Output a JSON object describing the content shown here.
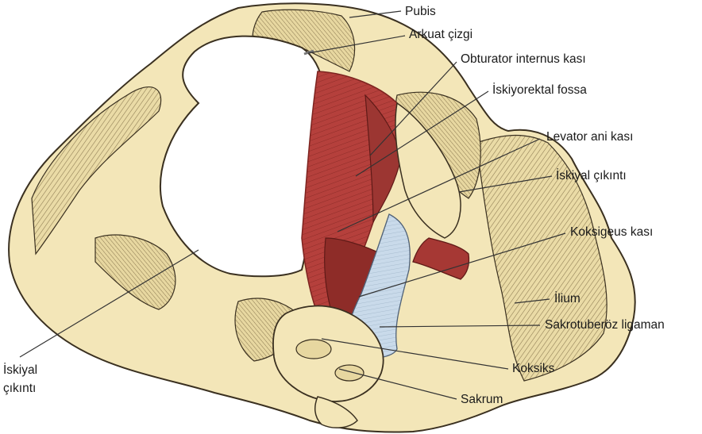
{
  "labels": {
    "pubis": "Pubis",
    "arkuat_cizgi": "Arkuat çizgi",
    "obturator_internus": "Obturator internus kası",
    "iskiyorektal_fossa": "İskiyorektal fossa",
    "levator_ani": "Levator ani kası",
    "iskiyal_cikinti_right": "İskiyal çıkıntı",
    "koksigeus": "Koksigeus kası",
    "ilium": "İlium",
    "sakrotuberoz": "Sakrotuberöz ligaman",
    "koksiks": "Koksiks",
    "sakrum": "Sakrum",
    "iskiyal_cikinti_left_line1": "İskiyal",
    "iskiyal_cikinti_left_line2": "çıkıntı"
  },
  "colors": {
    "bone": "#f3e6b8",
    "bone_shade": "#d9c48c",
    "muscle": "#b5403c",
    "muscle_dark": "#7d2420",
    "ligament": "#c9daea",
    "outline": "#3a3020",
    "leader": "#333333"
  }
}
